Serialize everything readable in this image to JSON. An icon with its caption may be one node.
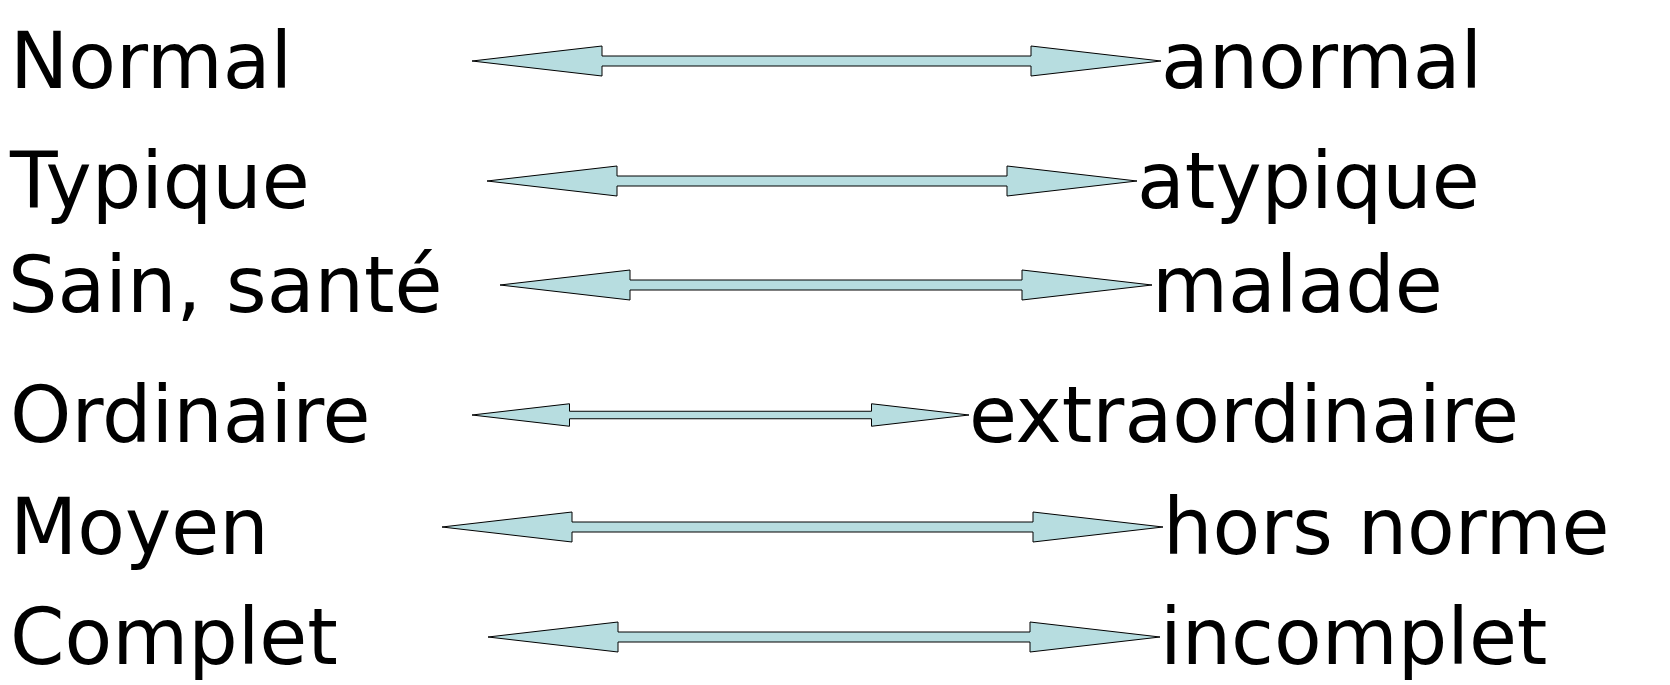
{
  "diagram": {
    "nodes": [
      {
        "text": [
          "Normal"
        ]
      },
      {
        "text": [
          "anormal"
        ]
      },
      {
        "text": [
          "Typique"
        ]
      },
      {
        "text": [
          "atypique"
        ]
      },
      {
        "text": [
          "Sain, santé"
        ]
      },
      {
        "text": [
          "malade"
        ]
      },
      {
        "text": [
          "Ordinaire"
        ]
      },
      {
        "text": [
          "extraordinaire"
        ]
      },
      {
        "text": [
          "Moyen"
        ]
      },
      {
        "text": [
          "hors norme"
        ]
      },
      {
        "text": [
          "Complet"
        ]
      },
      {
        "text": [
          "incomplet"
        ]
      }
    ],
    "edges": [
      {
        "from": 0,
        "to": 1,
        "arrow": "both"
      },
      {
        "from": 2,
        "to": 3,
        "arrow": "both"
      },
      {
        "from": 4,
        "to": 5,
        "arrow": "both"
      },
      {
        "from": 6,
        "to": 7,
        "arrow": "both"
      },
      {
        "from": 8,
        "to": 9,
        "arrow": "both"
      },
      {
        "from": 10,
        "to": 11,
        "arrow": "both"
      }
    ]
  }
}
